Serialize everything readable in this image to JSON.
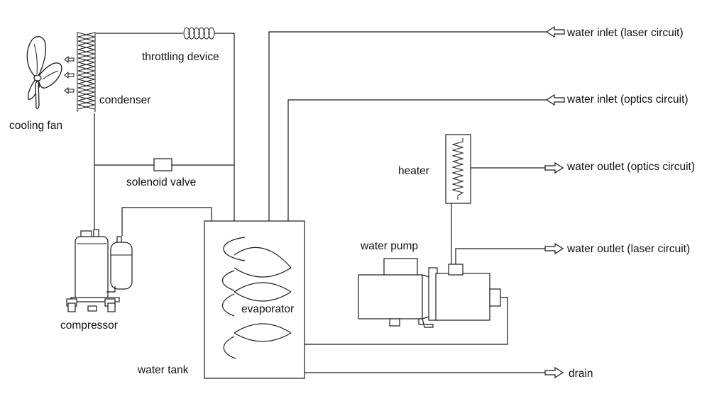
{
  "labels": {
    "throttling_device": "throttling device",
    "condenser": "condenser",
    "cooling_fan": "cooling fan",
    "solenoid_valve": "solenoid valve",
    "compressor": "compressor",
    "evaporator": "evaporator",
    "water_tank": "water tank",
    "heater": "heater",
    "water_pump": "water pump",
    "water_inlet_laser": "water inlet (laser circuit)",
    "water_inlet_optics": "water inlet (optics circuit)",
    "water_outlet_optics": "water outlet (optics circuit)",
    "water_outlet_laser": "water outlet (laser circuit)",
    "drain": "drain"
  },
  "colors": {
    "line": "#1a1a1a",
    "background": "#ffffff"
  }
}
